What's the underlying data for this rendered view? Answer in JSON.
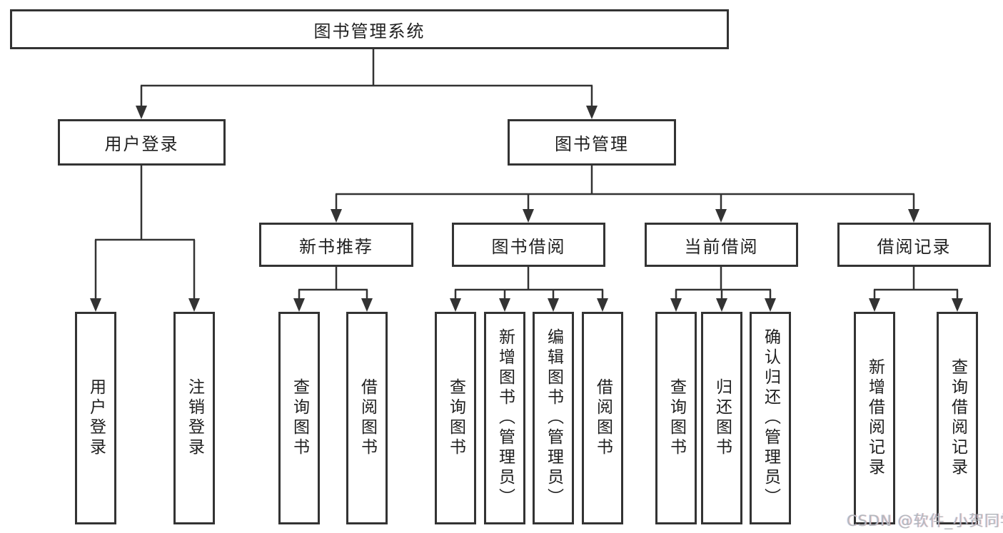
{
  "tree": {
    "root": {
      "label": "图书管理系统"
    },
    "branches": [
      {
        "label": "用户登录",
        "children": [
          {
            "label": "用户登录"
          },
          {
            "label": "注销登录"
          }
        ]
      },
      {
        "label": "图书管理",
        "children": [
          {
            "label": "新书推荐",
            "children": [
              {
                "label": "查询图书"
              },
              {
                "label": "借阅图书"
              }
            ]
          },
          {
            "label": "图书借阅",
            "children": [
              {
                "label": "查询图书"
              },
              {
                "label": "新增图书（管理员）"
              },
              {
                "label": "编辑图书（管理员）"
              },
              {
                "label": "借阅图书"
              }
            ]
          },
          {
            "label": "当前借阅",
            "children": [
              {
                "label": "查询图书"
              },
              {
                "label": "归还图书"
              },
              {
                "label": "确认归还（管理员）"
              }
            ]
          },
          {
            "label": "借阅记录",
            "children": [
              {
                "label": "新增借阅记录"
              },
              {
                "label": "查询借阅记录"
              }
            ]
          }
        ]
      }
    ]
  },
  "watermark": {
    "text": "CSDN @软件_小贺同学"
  },
  "colors": {
    "line": "#333333",
    "box_border": "#333333",
    "text": "#1f1f1f",
    "watermark": "#b4b8bd",
    "background": "#ffffff"
  }
}
